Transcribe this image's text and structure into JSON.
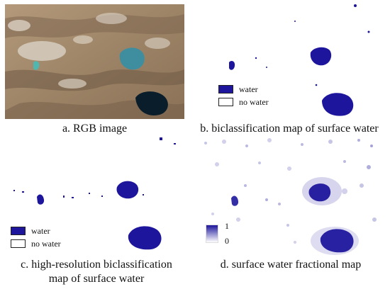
{
  "colors": {
    "water": "#1d169c",
    "no_water": "#ffffff",
    "terrain": "#a98f73",
    "lake_turquoise": "#3e8ea0",
    "lake_dark": "#0a1d2a"
  },
  "panels": {
    "a": {
      "caption": "a. RGB image"
    },
    "b": {
      "caption": "b. biclassification map of surface water",
      "legend": {
        "water": "water",
        "no_water": "no water"
      }
    },
    "c": {
      "caption_line1": "c. high-resolution biclassification",
      "caption_line2": "map of surface water",
      "legend": {
        "water": "water",
        "no_water": "no water"
      }
    },
    "d": {
      "caption": "d. surface water fractional map",
      "scale": {
        "max": "1",
        "min": "0"
      }
    }
  }
}
